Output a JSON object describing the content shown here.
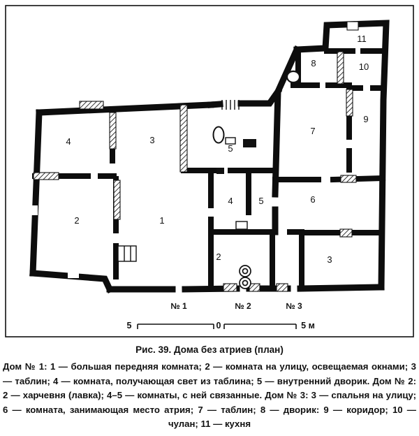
{
  "figure": {
    "caption": "Рис. 39. Дома без атриев (план)",
    "description": "Дом № 1: 1 — большая передняя комната; 2 — комната на улицу, освещаемая окнами; 3 — таблин; 4 — комната, получающая свет из таблина; 5 — внутренний дворик. Дом № 2: 2 — харчевня (лавка); 4–5 — комнаты, с ней связанные. Дом № 3: 3 — спальня на улицу; 6 — комната, занимающая место атрия; 7 — таблин; 8 — дворик: 9 — коридор; 10 — чулан; 11 — кухня"
  },
  "plan": {
    "house_markers": {
      "h1": "№ 1",
      "h2": "№ 2",
      "h3": "№ 3"
    },
    "scale_bar": {
      "left": "5",
      "center": "0",
      "right": "5 м"
    },
    "room_labels": {
      "h1": {
        "r1": "1",
        "r2": "2",
        "r3": "3",
        "r4": "4",
        "r5": "5"
      },
      "h2": {
        "r2": "2",
        "r4": "4",
        "r5": "5"
      },
      "h3": {
        "r3": "3",
        "r6": "6",
        "r7": "7",
        "r8": "8",
        "r9": "9",
        "r10": "10",
        "r11": "11"
      }
    }
  }
}
